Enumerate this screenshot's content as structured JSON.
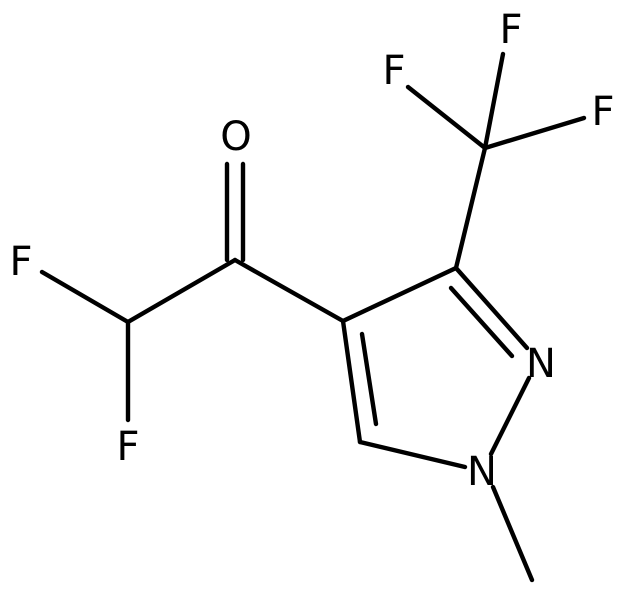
{
  "structure": {
    "atoms": {
      "F_cf3_top": "F",
      "F_cf3_left": "F",
      "F_cf3_right": "F",
      "O_carbonyl": "O",
      "F_chf2_left": "F",
      "F_chf2_bottom": "F",
      "N2_ring": "N",
      "N1_ring": "N"
    }
  }
}
